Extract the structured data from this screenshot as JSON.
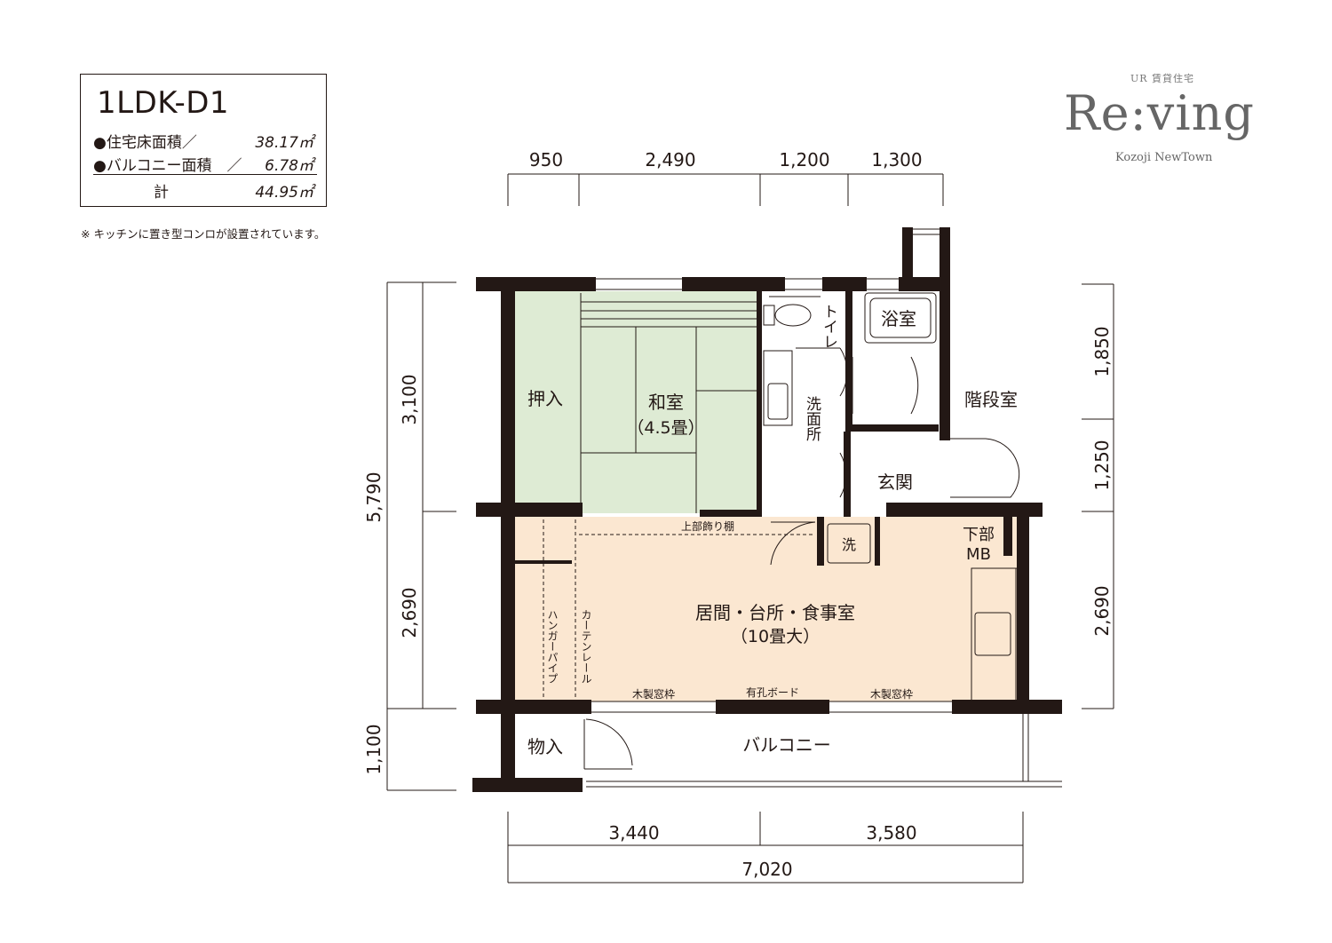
{
  "plan": {
    "name": "1LDK-D1",
    "floor_area_label": "●住宅床面積／",
    "floor_area_value": "38.17㎡",
    "balcony_area_label": "●バルコニー面積　／",
    "balcony_area_value": "6.78㎡",
    "total_label": "計",
    "total_value": "44.95㎡"
  },
  "note": "※ キッチンに置き型コンロが設置されています。",
  "brand": {
    "sub": "UR 賃貸住宅",
    "name": "Re:ving",
    "town": "Kozoji NewTown"
  },
  "dimensions": {
    "top": [
      "950",
      "2,490",
      "1,200",
      "1,300"
    ],
    "bottom": [
      "3,440",
      "3,580"
    ],
    "bottom_total": "7,020",
    "left_total": "5,790",
    "left": [
      "3,100",
      "2,690",
      "1,100"
    ],
    "right": [
      "1,850",
      "1,250",
      "2,690"
    ]
  },
  "rooms": {
    "oshiire": "押入",
    "washitsu": "和室",
    "washitsu_size": "（4.5畳）",
    "toilet": "トイレ",
    "bath": "浴室",
    "senmenjo": "洗面所",
    "kaidanshitsu": "階段室",
    "genkan": "玄関",
    "ldk": "居間・台所・食事室",
    "ldk_size": "（10畳大）",
    "kabu_mb_1": "下部",
    "kabu_mb_2": "MB",
    "sen": "洗",
    "hanger_pipe": "ハンガーパイプ",
    "curtain_rail": "カーテンレール",
    "upper_shelf": "上部飾り棚",
    "window_frame_1": "木製窓枠",
    "window_frame_2": "木製窓枠",
    "board": "有孔ボード",
    "monoire": "物入",
    "balcony": "バルコニー"
  },
  "colors": {
    "tatami": "#deebd4",
    "ldk": "#fbe7d1",
    "wall": "#231815"
  }
}
